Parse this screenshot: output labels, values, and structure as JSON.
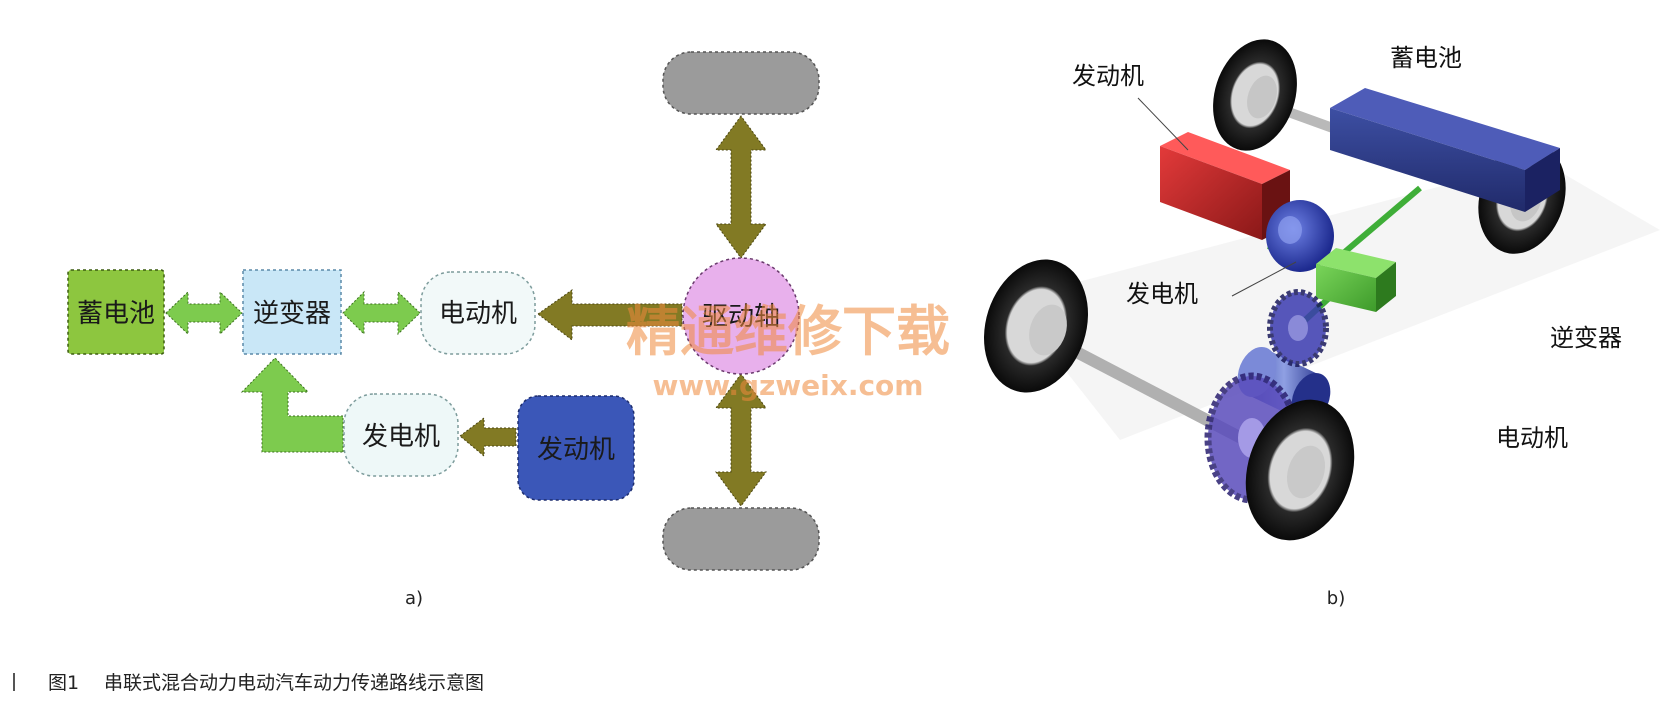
{
  "diagram_a": {
    "label": "a)",
    "nodes": {
      "battery": "蓄电池",
      "inverter": "逆变器",
      "motor": "电动机",
      "drive_axle": "驱动轴",
      "generator": "发电机",
      "engine": "发动机"
    },
    "colors": {
      "battery": "#8dc63f",
      "inverter": "#c9e7f7",
      "motor": "#f2f9f9",
      "drive_axle": "#e8b0ec",
      "generator": "#eef8f8",
      "engine": "#3b57b8",
      "wheel": "#999999",
      "electric_arrow": "#7dcb4e",
      "mechanical_arrow": "#827a24"
    }
  },
  "diagram_b": {
    "label": "b)",
    "labels": {
      "engine": "发动机",
      "battery": "蓄电池",
      "generator": "发电机",
      "inverter": "逆变器",
      "motor": "电动机"
    }
  },
  "watermark": {
    "text": "精通维修下载",
    "url": "www.gzweix.com"
  },
  "caption": {
    "figure_no": "图1",
    "title": "串联式混合动力电动汽车动力传递路线示意图"
  }
}
